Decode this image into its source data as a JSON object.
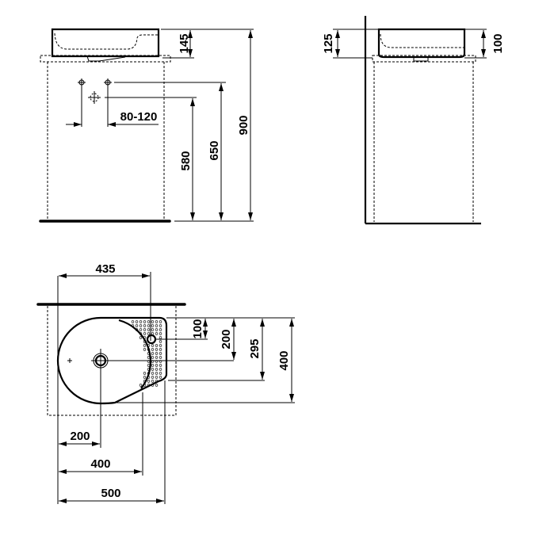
{
  "front_view": {
    "dim_basin_height": "145",
    "dim_total_height": "900",
    "dim_tap_height": "650",
    "dim_waste_height": "580",
    "dim_tap_spacing": "80-120"
  },
  "side_view": {
    "dim_basin_height": "125",
    "dim_inner_height": "100"
  },
  "plan_view": {
    "dim_width_435": "435",
    "dim_depth_100": "100",
    "dim_depth_200": "200",
    "dim_depth_295": "295",
    "dim_depth_400": "400",
    "dim_width_200": "200",
    "dim_width_400": "400",
    "dim_width_500": "500"
  },
  "colors": {
    "line": "#000000",
    "background": "#ffffff"
  }
}
